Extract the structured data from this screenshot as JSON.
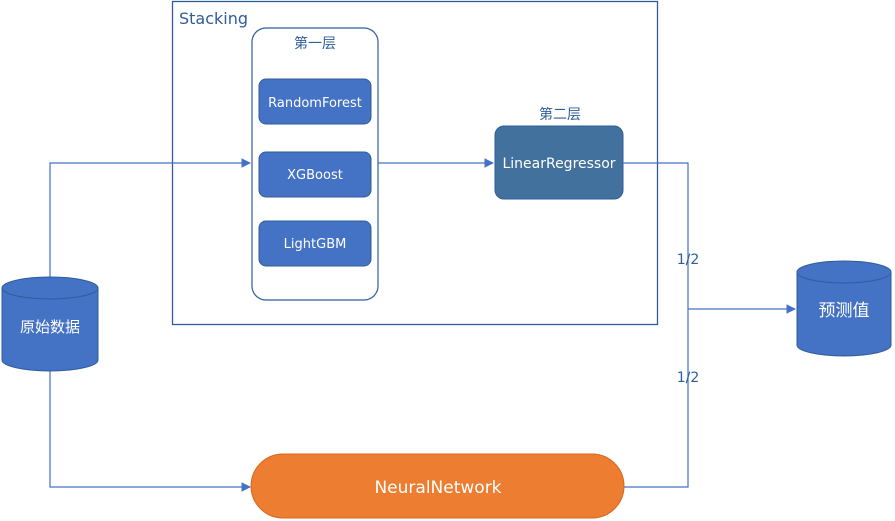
{
  "stacking": {
    "title": "Stacking",
    "layer1": {
      "label": "第一层",
      "models": [
        "RandomForest",
        "XGBoost",
        "LightGBM"
      ]
    },
    "layer2": {
      "label": "第二层",
      "model": "LinearRegressor"
    }
  },
  "source": {
    "label": "原始数据"
  },
  "neural": {
    "label": "NeuralNetwork"
  },
  "output": {
    "label": "预测值"
  },
  "weights": {
    "upper": "1/2",
    "lower": "1/2"
  },
  "colors": {
    "line": "#4472c4",
    "box_border": "#2e5d9a",
    "model_fill": "#4472c4",
    "meta_fill": "#41719c",
    "cylinder_fill": "#4472c4",
    "neural_fill": "#ed7d31"
  }
}
